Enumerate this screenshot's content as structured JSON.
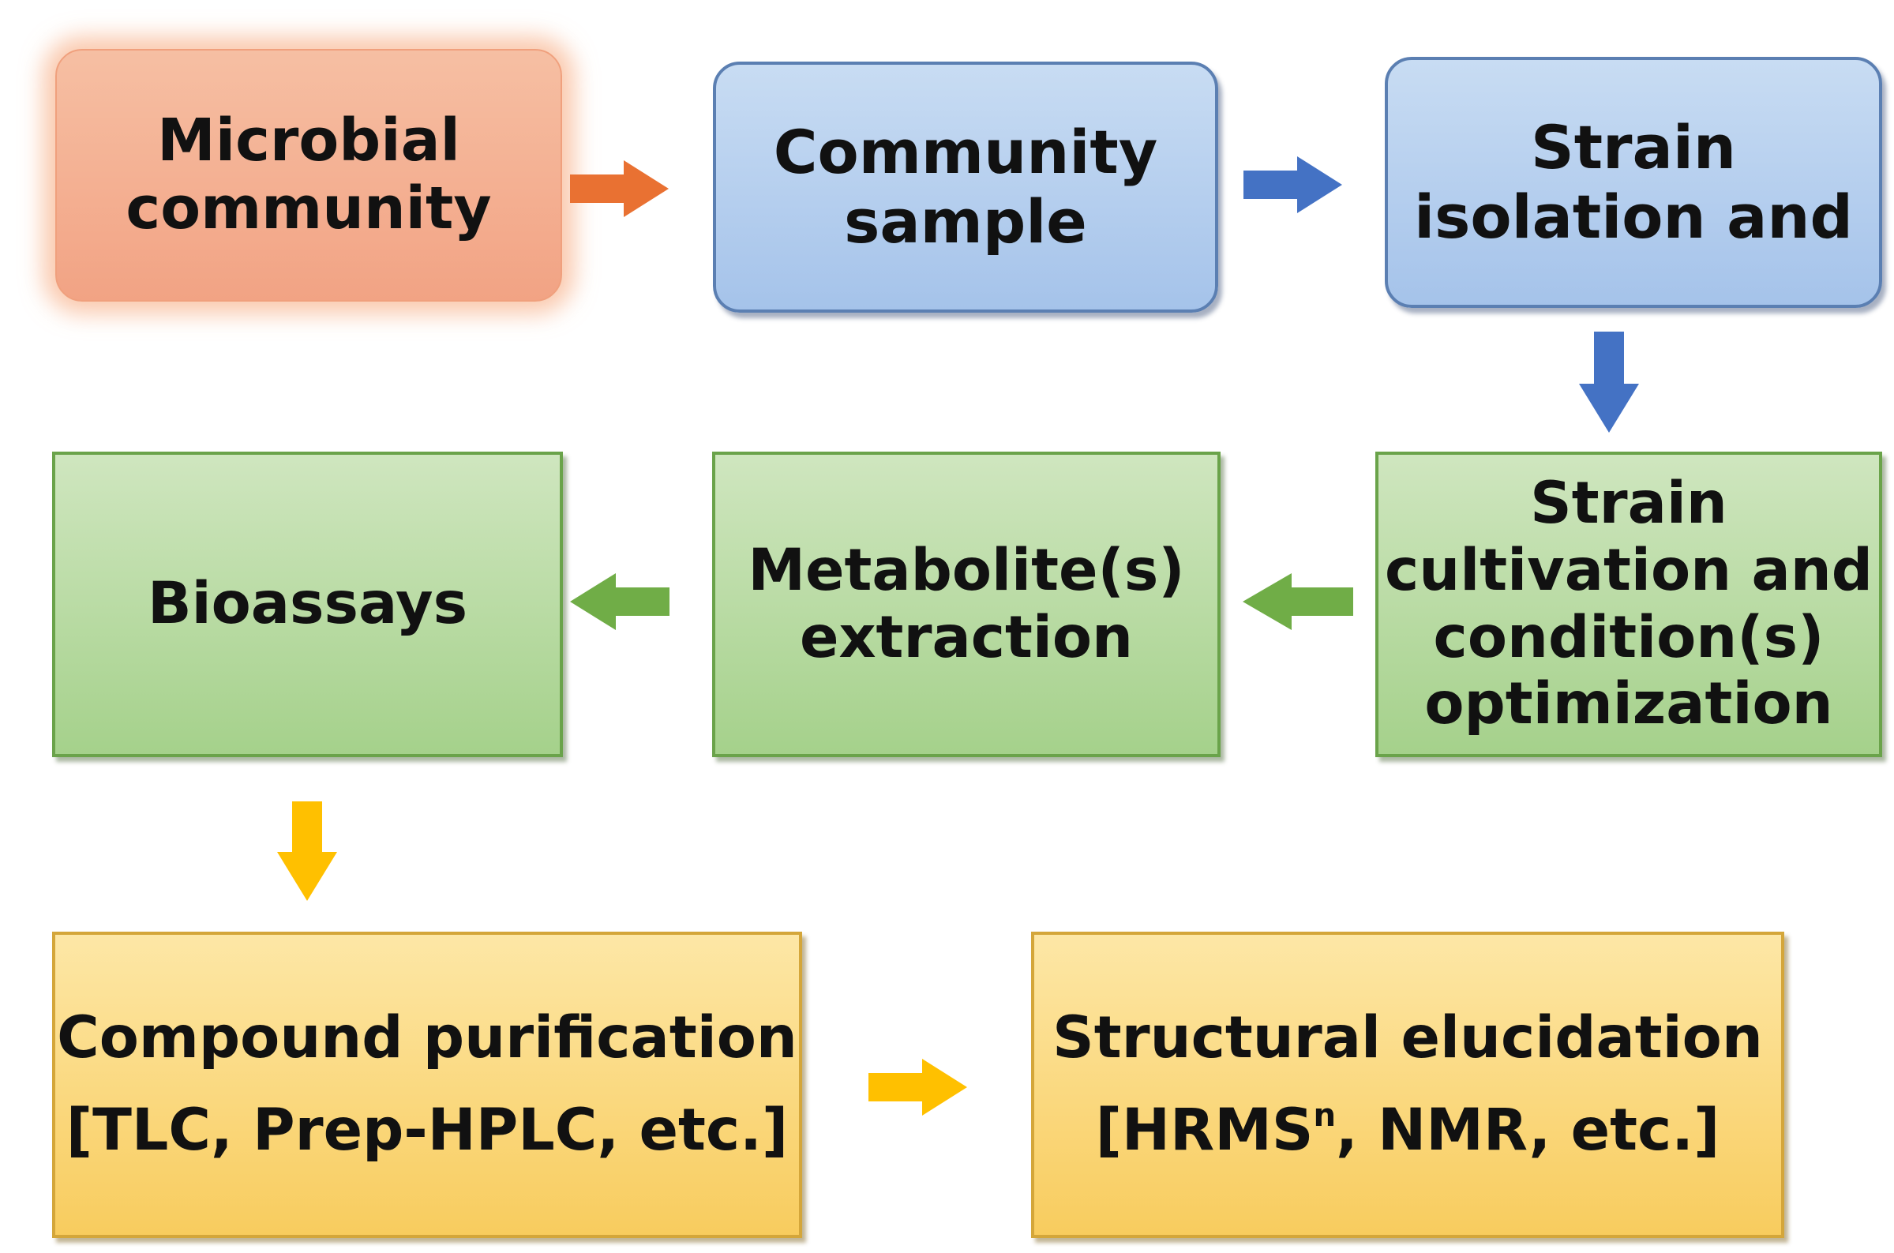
{
  "nodes": {
    "microbial_community": {
      "lines": [
        "Microbial",
        "community"
      ]
    },
    "community_sample": {
      "lines": [
        "Community",
        "sample"
      ]
    },
    "strain_isolation": {
      "lines": [
        "Strain",
        "isolation and"
      ]
    },
    "strain_cultivation": {
      "lines": [
        "Strain",
        "cultivation and",
        "condition(s)",
        "optimization"
      ]
    },
    "metabolite_extraction": {
      "lines": [
        "Metabolite(s)",
        "extraction"
      ]
    },
    "bioassays": {
      "lines": [
        "Bioassays"
      ]
    },
    "compound_purification": {
      "line1": "Compound purification",
      "line2": "[TLC, Prep-HPLC, etc.]"
    },
    "structural_elucidation": {
      "line1": "Structural elucidation",
      "line2_pre": "[HRMS",
      "line2_sup": "n",
      "line2_post": ", NMR, etc.]"
    }
  },
  "colors": {
    "orange_arrow": "#e97132",
    "blue_arrow": "#4472c4",
    "green_arrow": "#70ad47",
    "yellow_arrow": "#ffc000"
  }
}
